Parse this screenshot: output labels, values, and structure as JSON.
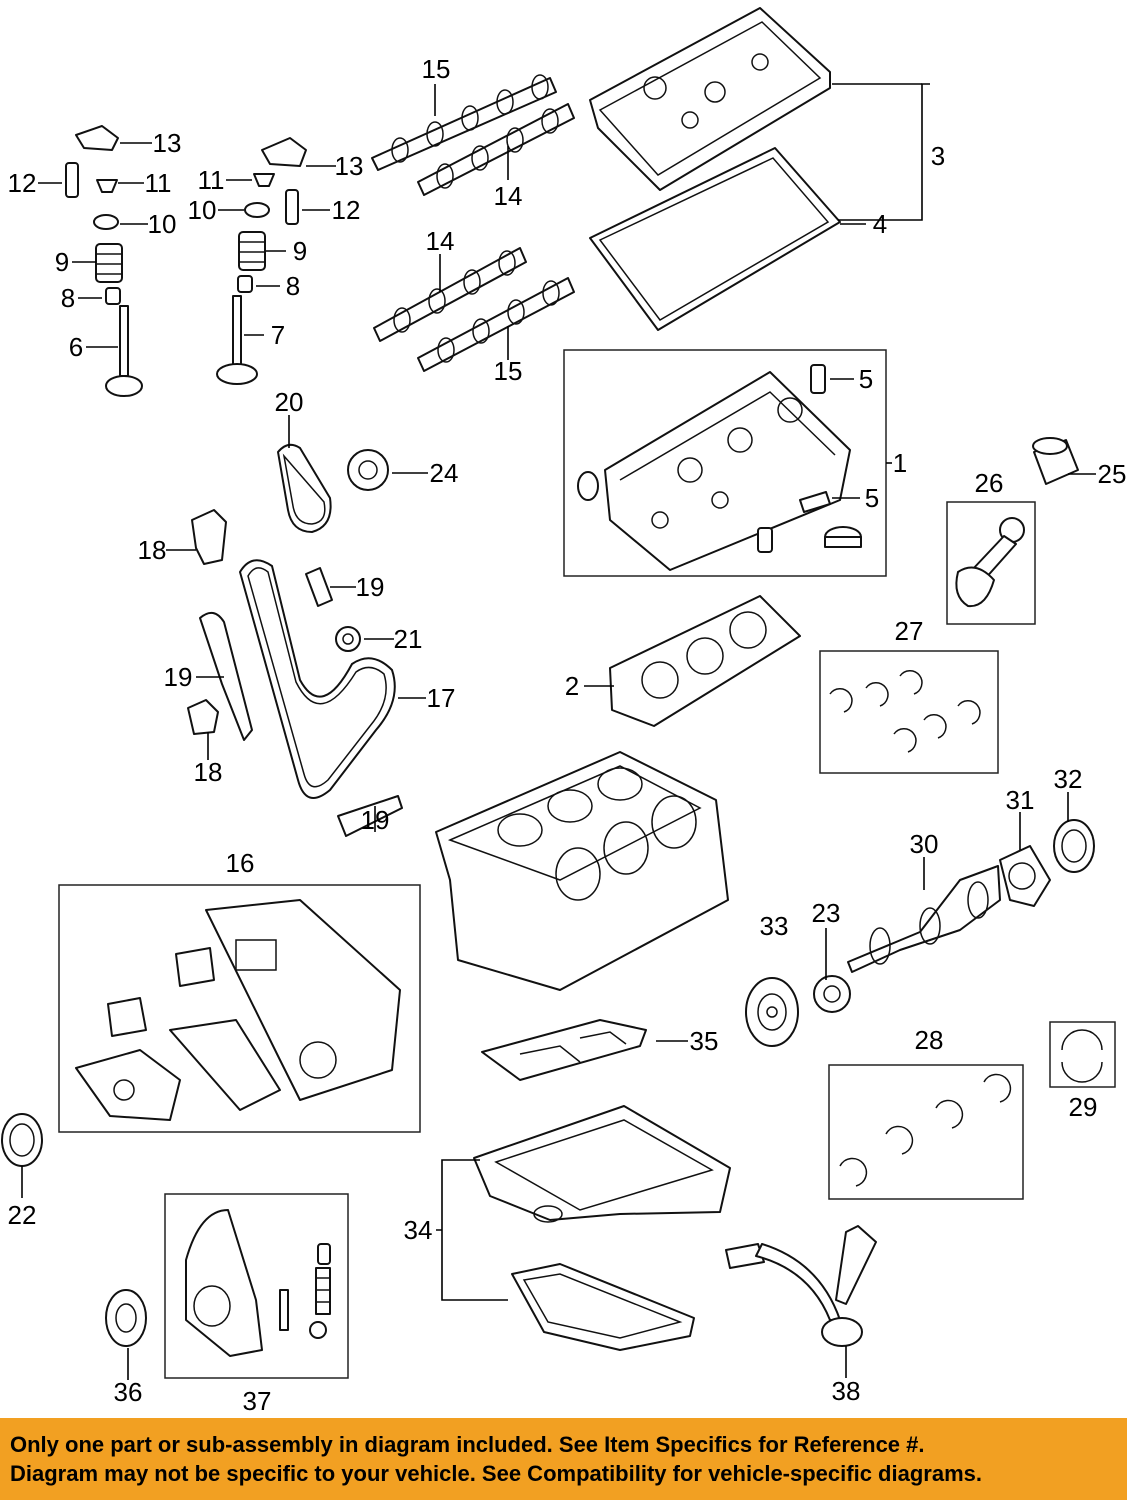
{
  "callouts": [
    {
      "id": "c15a",
      "text": "15"
    },
    {
      "id": "c14a",
      "text": "14"
    },
    {
      "id": "c3",
      "text": "3"
    },
    {
      "id": "c4",
      "text": "4"
    },
    {
      "id": "c13a",
      "text": "13"
    },
    {
      "id": "c13b",
      "text": "13"
    },
    {
      "id": "c12a",
      "text": "12"
    },
    {
      "id": "c11a",
      "text": "11"
    },
    {
      "id": "c11b",
      "text": "11"
    },
    {
      "id": "c12b",
      "text": "12"
    },
    {
      "id": "c10a",
      "text": "10"
    },
    {
      "id": "c10b",
      "text": "10"
    },
    {
      "id": "c9a",
      "text": "9"
    },
    {
      "id": "c9b",
      "text": "9"
    },
    {
      "id": "c8a",
      "text": "8"
    },
    {
      "id": "c8b",
      "text": "8"
    },
    {
      "id": "c6",
      "text": "6"
    },
    {
      "id": "c7",
      "text": "7"
    },
    {
      "id": "c14b",
      "text": "14"
    },
    {
      "id": "c15b",
      "text": "15"
    },
    {
      "id": "c20",
      "text": "20"
    },
    {
      "id": "c24",
      "text": "24"
    },
    {
      "id": "c5a",
      "text": "5"
    },
    {
      "id": "c5b",
      "text": "5"
    },
    {
      "id": "c1",
      "text": "1"
    },
    {
      "id": "c25",
      "text": "25"
    },
    {
      "id": "c26",
      "text": "26"
    },
    {
      "id": "c18a",
      "text": "18"
    },
    {
      "id": "c19a",
      "text": "19"
    },
    {
      "id": "c21",
      "text": "21"
    },
    {
      "id": "c19b",
      "text": "19"
    },
    {
      "id": "c17",
      "text": "17"
    },
    {
      "id": "c18b",
      "text": "18"
    },
    {
      "id": "c19c",
      "text": "19"
    },
    {
      "id": "c2",
      "text": "2"
    },
    {
      "id": "c27",
      "text": "27"
    },
    {
      "id": "c16",
      "text": "16"
    },
    {
      "id": "c31",
      "text": "31"
    },
    {
      "id": "c32",
      "text": "32"
    },
    {
      "id": "c30",
      "text": "30"
    },
    {
      "id": "c33",
      "text": "33"
    },
    {
      "id": "c23",
      "text": "23"
    },
    {
      "id": "c35",
      "text": "35"
    },
    {
      "id": "c28",
      "text": "28"
    },
    {
      "id": "c29",
      "text": "29"
    },
    {
      "id": "c22",
      "text": "22"
    },
    {
      "id": "c34",
      "text": "34"
    },
    {
      "id": "c36",
      "text": "36"
    },
    {
      "id": "c37",
      "text": "37"
    },
    {
      "id": "c38",
      "text": "38"
    }
  ],
  "banner": {
    "line1": "Only one part or sub-assembly in diagram included. See Item Specifics for Reference #.",
    "line2": "Diagram may not be specific to your vehicle. See Compatibility for vehicle-specific diagrams."
  },
  "colors": {
    "banner_bg": "#f2a022",
    "ink": "#111111",
    "background": "#ffffff"
  }
}
